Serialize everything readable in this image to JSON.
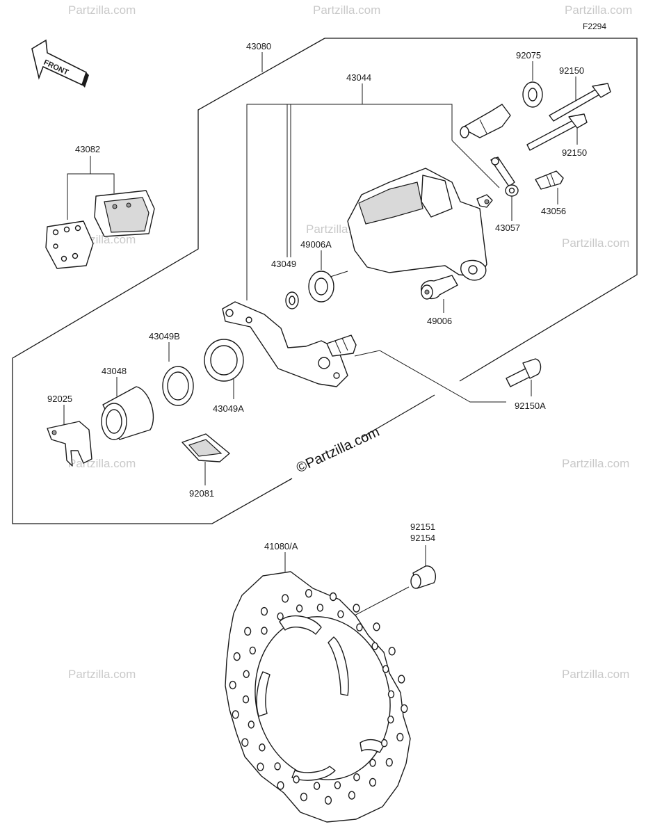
{
  "figure_ref": "F2294",
  "front_marker": "FRONT",
  "watermark": "Partzilla.com",
  "watermark_center": "©Partzilla.com",
  "parts": {
    "p43080": "43080",
    "p43044": "43044",
    "p92075": "92075",
    "p92150_a": "92150",
    "p92150_b": "92150",
    "p43082": "43082",
    "p43056": "43056",
    "p43057": "43057",
    "p49006A": "49006A",
    "p43049": "43049",
    "p49006": "49006",
    "p43049B": "43049B",
    "p43048": "43048",
    "p92025": "92025",
    "p43049A": "43049A",
    "p92150A": "92150A",
    "p92081": "92081",
    "p92151": "92151",
    "p92154": "92154",
    "p41080A": "41080/A"
  }
}
